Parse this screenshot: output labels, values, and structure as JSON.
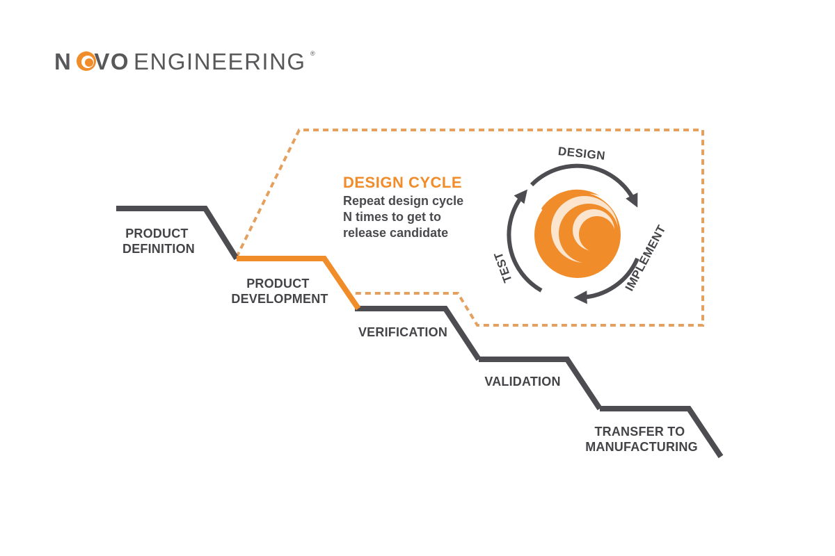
{
  "brand": {
    "name_bold": "NOVO",
    "name_light": "ENGINEERING",
    "registered_mark": "®"
  },
  "colors": {
    "accent": "#f08c2a",
    "step_line": "#4d4d51",
    "text": "#444448",
    "dashed_border": "#e3a05f"
  },
  "stages": {
    "product_definition": [
      "PRODUCT",
      "DEFINITION"
    ],
    "product_development": [
      "PRODUCT",
      "DEVELOPMENT"
    ],
    "verification": [
      "VERIFICATION"
    ],
    "validation": [
      "VALIDATION"
    ],
    "transfer_to_manufacturing": [
      "TRANSFER TO",
      "MANUFACTURING"
    ]
  },
  "design_cycle": {
    "title": "DESIGN CYCLE",
    "description": [
      "Repeat design cycle",
      "N times to get to",
      "release candidate"
    ],
    "phases": {
      "design": "DESIGN",
      "implement": "IMPLEMENT",
      "test": "TEST"
    }
  }
}
